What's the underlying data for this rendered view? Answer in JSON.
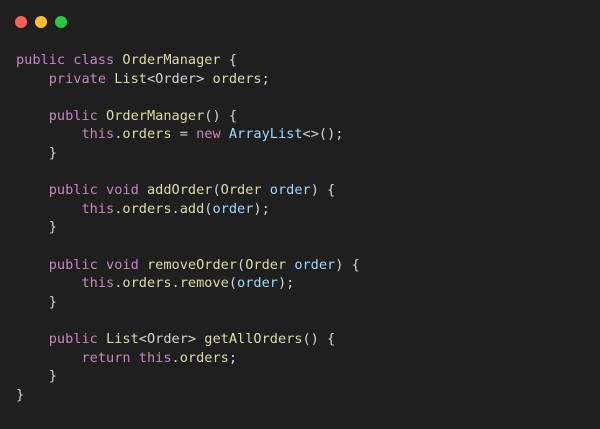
{
  "window": {
    "buttons": {
      "close_color": "#ff5f56",
      "minimize_color": "#ffbd2e",
      "maximize_color": "#27c93f"
    }
  },
  "code": {
    "lines": [
      [
        {
          "t": "public",
          "c": "kw-mod"
        },
        {
          "t": " ",
          "c": "plain"
        },
        {
          "t": "class",
          "c": "kw-class"
        },
        {
          "t": " ",
          "c": "plain"
        },
        {
          "t": "OrderManager",
          "c": "type"
        },
        {
          "t": " {",
          "c": "plain"
        }
      ],
      [
        {
          "t": "    ",
          "c": "plain"
        },
        {
          "t": "private",
          "c": "kw-mod"
        },
        {
          "t": " ",
          "c": "plain"
        },
        {
          "t": "List",
          "c": "type"
        },
        {
          "t": "<Order> ",
          "c": "plain"
        },
        {
          "t": "orders",
          "c": "field"
        },
        {
          "t": ";",
          "c": "plain"
        }
      ],
      [],
      [
        {
          "t": "    ",
          "c": "plain"
        },
        {
          "t": "public",
          "c": "kw-mod"
        },
        {
          "t": " ",
          "c": "plain"
        },
        {
          "t": "OrderManager",
          "c": "fn"
        },
        {
          "t": "() {",
          "c": "plain"
        }
      ],
      [
        {
          "t": "        ",
          "c": "plain"
        },
        {
          "t": "this",
          "c": "kw-mod"
        },
        {
          "t": ".",
          "c": "plain"
        },
        {
          "t": "orders",
          "c": "field"
        },
        {
          "t": " = ",
          "c": "plain"
        },
        {
          "t": "new",
          "c": "kw-mod"
        },
        {
          "t": " ",
          "c": "plain"
        },
        {
          "t": "ArrayList",
          "c": "cls"
        },
        {
          "t": "<>();",
          "c": "plain"
        }
      ],
      [
        {
          "t": "    }",
          "c": "plain"
        }
      ],
      [],
      [
        {
          "t": "    ",
          "c": "plain"
        },
        {
          "t": "public",
          "c": "kw-mod"
        },
        {
          "t": " ",
          "c": "plain"
        },
        {
          "t": "void",
          "c": "kw-mod"
        },
        {
          "t": " ",
          "c": "plain"
        },
        {
          "t": "addOrder",
          "c": "fn"
        },
        {
          "t": "(",
          "c": "plain"
        },
        {
          "t": "Order",
          "c": "type"
        },
        {
          "t": " ",
          "c": "plain"
        },
        {
          "t": "order",
          "c": "param"
        },
        {
          "t": ") {",
          "c": "plain"
        }
      ],
      [
        {
          "t": "        ",
          "c": "plain"
        },
        {
          "t": "this",
          "c": "kw-mod"
        },
        {
          "t": ".",
          "c": "plain"
        },
        {
          "t": "orders",
          "c": "field"
        },
        {
          "t": ".",
          "c": "plain"
        },
        {
          "t": "add",
          "c": "fn"
        },
        {
          "t": "(",
          "c": "plain"
        },
        {
          "t": "order",
          "c": "param"
        },
        {
          "t": ");",
          "c": "plain"
        }
      ],
      [
        {
          "t": "    }",
          "c": "plain"
        }
      ],
      [],
      [
        {
          "t": "    ",
          "c": "plain"
        },
        {
          "t": "public",
          "c": "kw-mod"
        },
        {
          "t": " ",
          "c": "plain"
        },
        {
          "t": "void",
          "c": "kw-mod"
        },
        {
          "t": " ",
          "c": "plain"
        },
        {
          "t": "removeOrder",
          "c": "fn"
        },
        {
          "t": "(",
          "c": "plain"
        },
        {
          "t": "Order",
          "c": "type"
        },
        {
          "t": " ",
          "c": "plain"
        },
        {
          "t": "order",
          "c": "param"
        },
        {
          "t": ") {",
          "c": "plain"
        }
      ],
      [
        {
          "t": "        ",
          "c": "plain"
        },
        {
          "t": "this",
          "c": "kw-mod"
        },
        {
          "t": ".",
          "c": "plain"
        },
        {
          "t": "orders",
          "c": "field"
        },
        {
          "t": ".",
          "c": "plain"
        },
        {
          "t": "remove",
          "c": "fn"
        },
        {
          "t": "(",
          "c": "plain"
        },
        {
          "t": "order",
          "c": "param"
        },
        {
          "t": ");",
          "c": "plain"
        }
      ],
      [
        {
          "t": "    }",
          "c": "plain"
        }
      ],
      [],
      [
        {
          "t": "    ",
          "c": "plain"
        },
        {
          "t": "public",
          "c": "kw-mod"
        },
        {
          "t": " ",
          "c": "plain"
        },
        {
          "t": "List",
          "c": "type"
        },
        {
          "t": "<Order> ",
          "c": "plain"
        },
        {
          "t": "getAllOrders",
          "c": "fn"
        },
        {
          "t": "() {",
          "c": "plain"
        }
      ],
      [
        {
          "t": "        ",
          "c": "plain"
        },
        {
          "t": "return",
          "c": "kw-mod"
        },
        {
          "t": " ",
          "c": "plain"
        },
        {
          "t": "this",
          "c": "kw-mod"
        },
        {
          "t": ".",
          "c": "plain"
        },
        {
          "t": "orders",
          "c": "field"
        },
        {
          "t": ";",
          "c": "plain"
        }
      ],
      [
        {
          "t": "    }",
          "c": "plain"
        }
      ],
      [
        {
          "t": "}",
          "c": "plain"
        }
      ]
    ]
  }
}
